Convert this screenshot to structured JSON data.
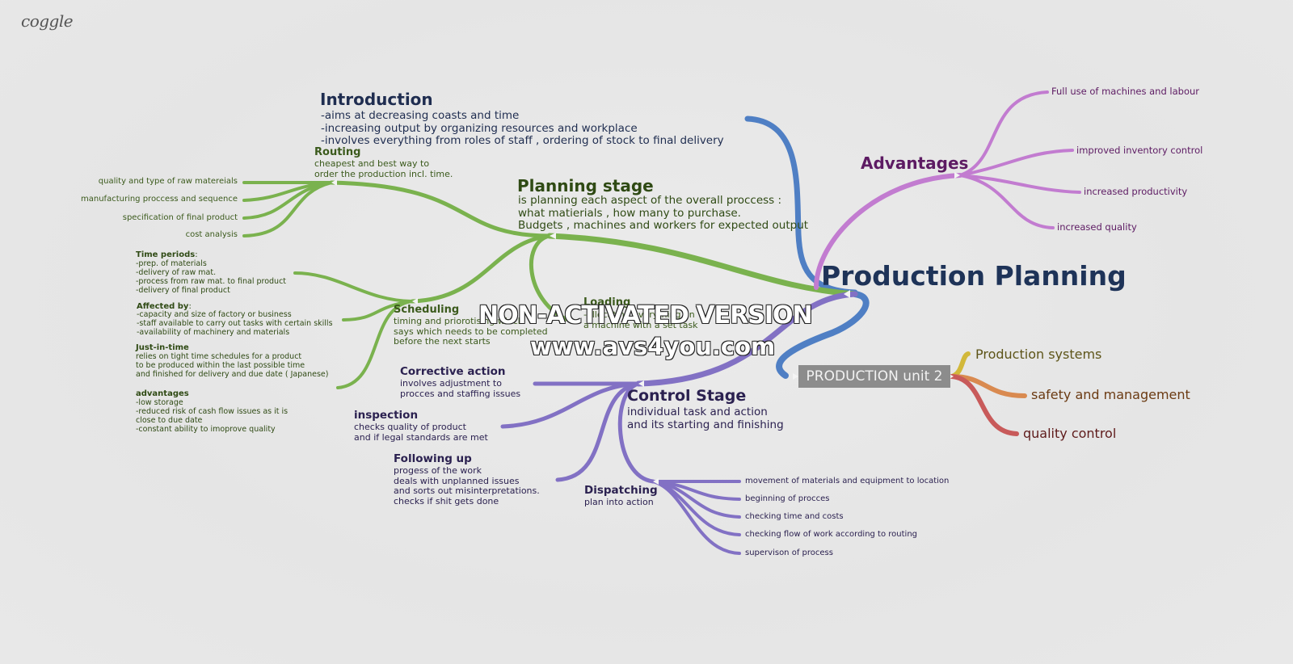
{
  "app": {
    "logo": "coggle"
  },
  "root": {
    "title": "Production Planning"
  },
  "unit_box": {
    "label": "PRODUCTION unit 2"
  },
  "watermark": {
    "line1": "NON-ACTIVATED VERSION",
    "line2": "www.avs4you.com"
  },
  "colors": {
    "green": "#7ab24e",
    "blue": "#4f7fc4",
    "purple": "#8271c4",
    "magenta": "#c27cd0",
    "gold": "#d2b83a",
    "orange": "#d98a50",
    "red": "#c85a5a"
  },
  "introduction": {
    "title": "Introduction",
    "text": "-aims at decreasing coasts and time\n-increasing output by organizing resources and workplace\n-involves everything from roles of staff , ordering of stock to final delivery"
  },
  "planning_stage": {
    "title": "Planning stage",
    "text": "is planning each aspect of the overall proccess :\nwhat matierials , how many to purchase.\nBudgets , machines and workers for expected output"
  },
  "routing": {
    "title": "Routing",
    "text": "cheapest and best way to\norder the production incl. time.",
    "items": [
      "quality and type of raw matereials",
      "manufacturing proccess and sequence",
      "specification of final product",
      "cost analysis"
    ]
  },
  "scheduling": {
    "title": "Scheduling",
    "text": "timing and priorotising which\nsays which needs to be completed\nbefore the next starts"
  },
  "loading": {
    "title": "Loading",
    "text": "-allocating everything on\na machine with a set task"
  },
  "time_periods": {
    "title": "Time periods",
    "text": "-prep. of materials\n-delivery of raw mat.\n-process from raw mat. to final product\n-delivery of final product"
  },
  "affected_by": {
    "title": "Affected by",
    "text": "-capacity and size of factory or business\n-staff available to carry out tasks with certain skills\n-availability of machinery and materials"
  },
  "just_in_time": {
    "title": "Just-in-time",
    "text": "relies on tight time schedules for a product\nto be produced within the last possible time\nand finished for delivery and due date ( Japanese)"
  },
  "jit_advantages": {
    "title": "advantages",
    "text": "-low storage\n-reduced risk of cash flow issues as it is\nclose to due date\n-constant ability to imoprove quality"
  },
  "control_stage": {
    "title": "Control Stage",
    "text": "individual task and action\nand its starting and finishing"
  },
  "corrective_action": {
    "title": "Corrective action",
    "text": "involves adjustment to\nprocces and staffing issues"
  },
  "inspection": {
    "title": "inspection",
    "text": "checks quality of product\nand if legal standards are met"
  },
  "following_up": {
    "title": "Following up",
    "text": "progess of the work\ndeals with unplanned issues\nand sorts out misinterpretations.\nchecks if shit gets done"
  },
  "dispatching": {
    "title": "Dispatching",
    "text": "plan into action",
    "items": [
      "movement of materials and equipment to location",
      "beginning of procces",
      "checking time and costs",
      "checking flow of work according to routing",
      "supervison of process"
    ]
  },
  "advantages": {
    "title": "Advantages",
    "items": [
      "Full use of machines and labour",
      "improved inventory control",
      "increased productivity",
      "increased quality"
    ]
  },
  "unit_children": [
    "Production systems",
    "safety and management",
    "quality control"
  ]
}
